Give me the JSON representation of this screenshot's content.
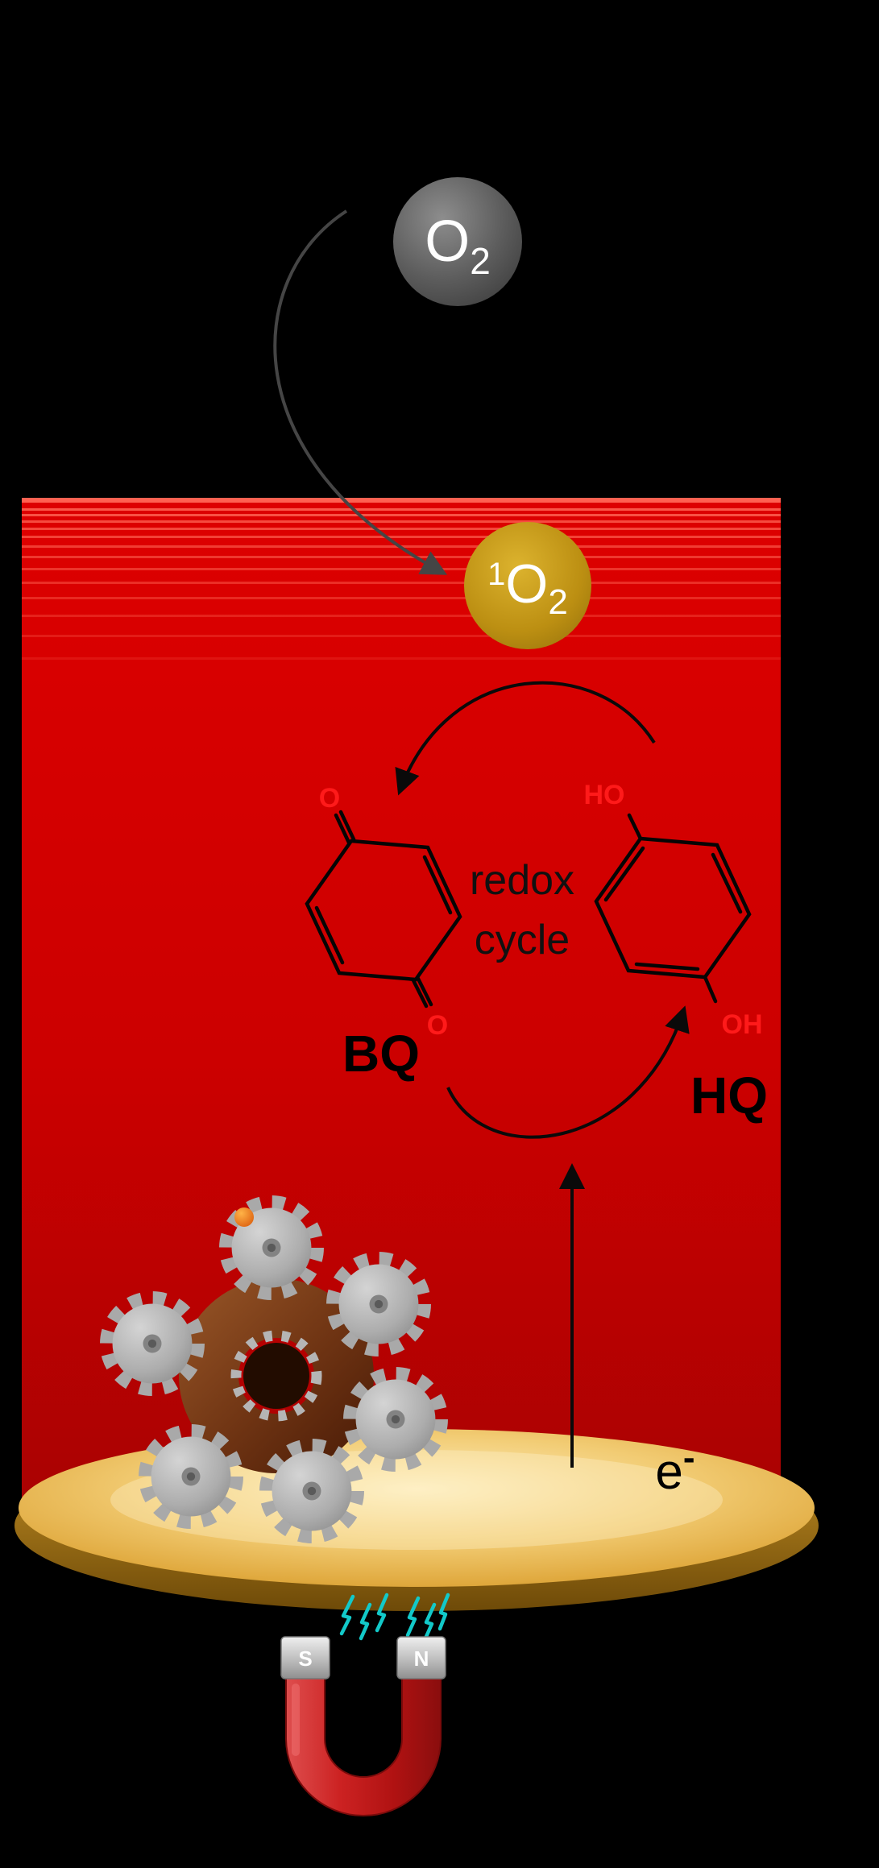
{
  "scene": {
    "oxygen_bubble": {
      "main": "O",
      "sub": "2"
    },
    "singlet_oxygen_bubble": {
      "sup": "1",
      "main": "O",
      "sub": "2"
    },
    "redox_cycle": {
      "line1": "redox",
      "line2": "cycle"
    },
    "benzoquinone": {
      "abbr": "BQ",
      "top_group": "O",
      "bottom_group": "O"
    },
    "hydroquinone": {
      "abbr": "HQ",
      "top_group": "HO",
      "bottom_group": "OH"
    },
    "electron": {
      "main": "e",
      "sup": "-"
    },
    "magnet": {
      "left_pole": "S",
      "right_pole": "N"
    }
  },
  "colors": {
    "background": "#000000",
    "red_light_panel": "#cc0000",
    "light_stripe": "#ff6655",
    "oxygen_circle_gray": "#5a5a5a",
    "singlet_circle_gold": "#bc8f12",
    "red_group_label": "#ff1a1a",
    "structure_line": "#050505",
    "gold_disk": "#f2cc74",
    "nanoparticle_brown": "#6f3413",
    "gear_gray": "#b0b0b0",
    "magnet_red": "#c01616",
    "spark_cyan": "#12c9c9"
  }
}
